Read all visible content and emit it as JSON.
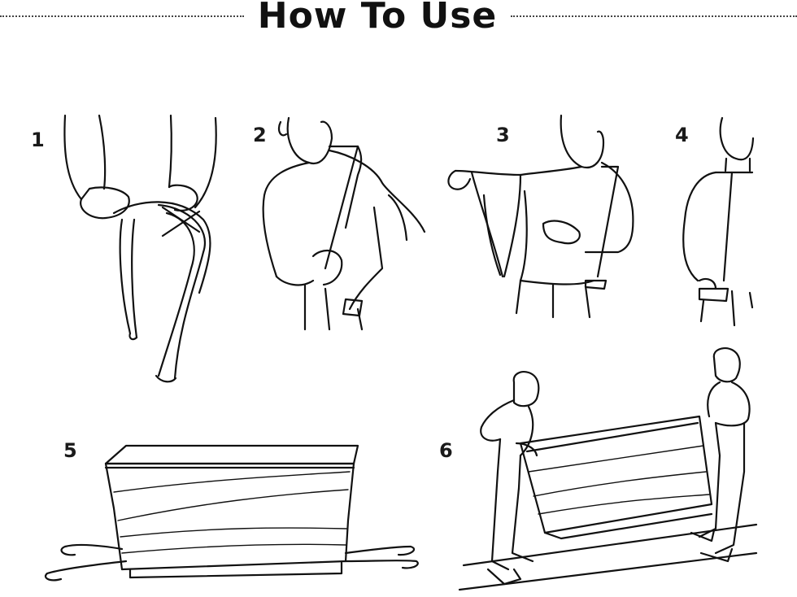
{
  "header": {
    "title": "How To Use"
  },
  "steps": [
    {
      "number": "1",
      "icon": "strap-loop-illustration"
    },
    {
      "number": "2",
      "icon": "shoulder-strap-illustration"
    },
    {
      "number": "3",
      "icon": "adjust-strap-illustration"
    },
    {
      "number": "4",
      "icon": "back-strap-illustration"
    },
    {
      "number": "5",
      "icon": "dresser-straps-illustration"
    },
    {
      "number": "6",
      "icon": "two-people-lifting-illustration"
    }
  ]
}
